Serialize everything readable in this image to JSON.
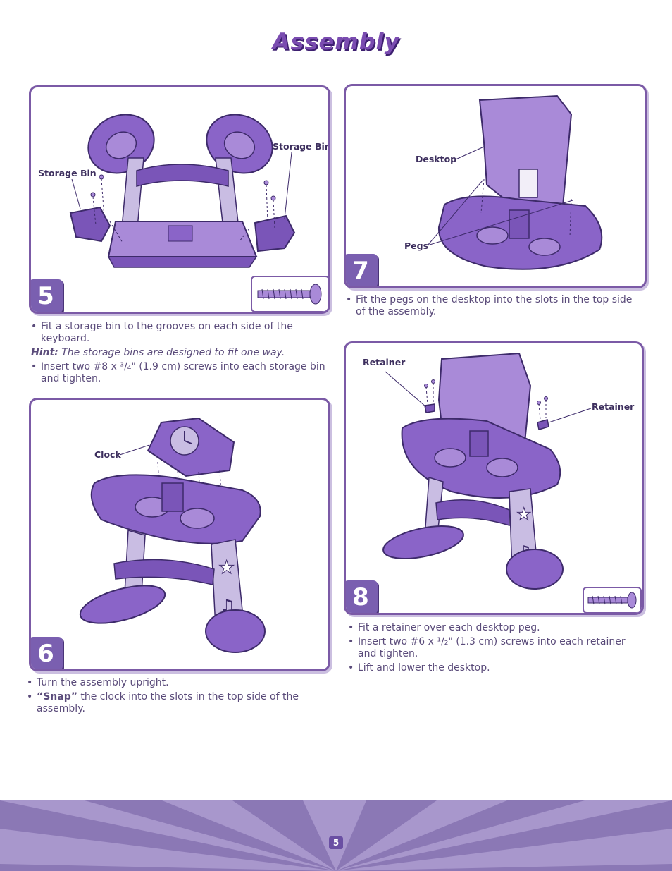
{
  "page": {
    "title": "Assembly",
    "page_number": "5"
  },
  "colors": {
    "accent": "#7a5fb0",
    "panel_border": "#7b5aa6",
    "product": "#8a64c8",
    "footer": "#8b78b5"
  },
  "steps": {
    "s5": {
      "number": "5",
      "labels": {
        "left": "Storage Bin",
        "right": "Storage Bin"
      },
      "text": {
        "b1": "Fit a storage bin to the grooves on each side of the keyboard.",
        "hint_label": "Hint:",
        "hint_text": " The storage bins are designed to fit one way.",
        "b2": "Insert two #8 x ³/₄\" (1.9 cm) screws into each storage bin and tighten."
      }
    },
    "s6": {
      "number": "6",
      "labels": {
        "clock": "Clock"
      },
      "text": {
        "b1": "Turn the assembly upright.",
        "b2_bold": "“Snap”",
        "b2_rest": " the clock into the slots in the top side of the assembly."
      }
    },
    "s7": {
      "number": "7",
      "labels": {
        "desktop": "Desktop",
        "pegs": "Pegs"
      },
      "text": {
        "b1": "Fit the pegs on the desktop into the slots in the top side of the assembly."
      }
    },
    "s8": {
      "number": "8",
      "labels": {
        "left": "Retainer",
        "right": "Retainer"
      },
      "text": {
        "b1": "Fit a retainer over each desktop peg.",
        "b2": "Insert two #6 x ¹/₂\" (1.3 cm) screws into each retainer and tighten.",
        "b3": "Lift and lower the desktop."
      }
    }
  }
}
